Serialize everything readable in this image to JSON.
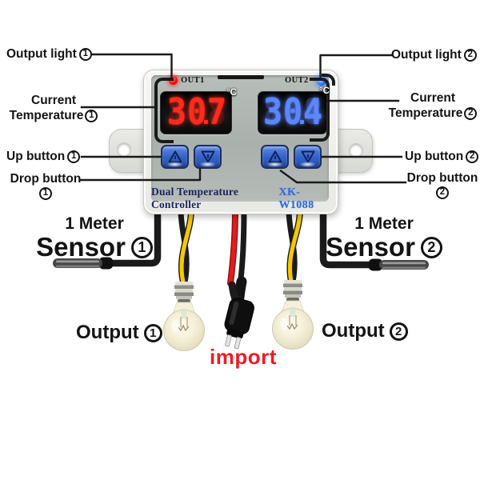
{
  "device": {
    "out1_label": "OUT1",
    "out2_label": "OUT2",
    "display1": {
      "digits": [
        "3",
        "0",
        "7"
      ],
      "value": "30.7",
      "unit": "°C"
    },
    "display2": {
      "digits": [
        "3",
        "0",
        "4"
      ],
      "value": "30.4",
      "unit": "°C"
    },
    "seg_ghost": "8",
    "brand": "Dual Temperature Controller",
    "model": "XK-W1088"
  },
  "callouts": {
    "output_light_1": {
      "text": "Output light",
      "num": "1"
    },
    "output_light_2": {
      "text": "Output light",
      "num": "2"
    },
    "current_temp_1": {
      "line1": "Current",
      "line2": "Temperature",
      "num": "1"
    },
    "current_temp_2": {
      "line1": "Current",
      "line2": "Temperature",
      "num": "2"
    },
    "up_button_1": {
      "text": "Up button",
      "num": "1"
    },
    "up_button_2": {
      "text": "Up button",
      "num": "2"
    },
    "drop_button_1": {
      "text": "Drop button",
      "num": "1"
    },
    "drop_button_2": {
      "text": "Drop button",
      "num": "2"
    }
  },
  "annotations": {
    "sensor_1": {
      "line1": "1 Meter",
      "line2": "Sensor",
      "num": "1"
    },
    "sensor_2": {
      "line1": "1 Meter",
      "line2": "Sensor",
      "num": "2"
    },
    "output_1": {
      "text": "Output",
      "num": "1"
    },
    "output_2": {
      "text": "Output",
      "num": "2"
    },
    "import_label": "import"
  },
  "colors": {
    "digit_red": "#ff2b1e",
    "digit_ghost_red": "#3d1510",
    "digit_blue": "#5b86ff",
    "digit_ghost_blue": "#252e52",
    "led_red": "#f21212",
    "led_blue": "#2f7dff",
    "button_blue": "#2f60c9",
    "wire_yellow": "#f6c800",
    "wire_red": "#e51c1c",
    "wire_black": "#1b1b1b",
    "import_red": "#ed1c24",
    "brand_navy": "#18255e",
    "model_blue": "#2f6bdc"
  }
}
